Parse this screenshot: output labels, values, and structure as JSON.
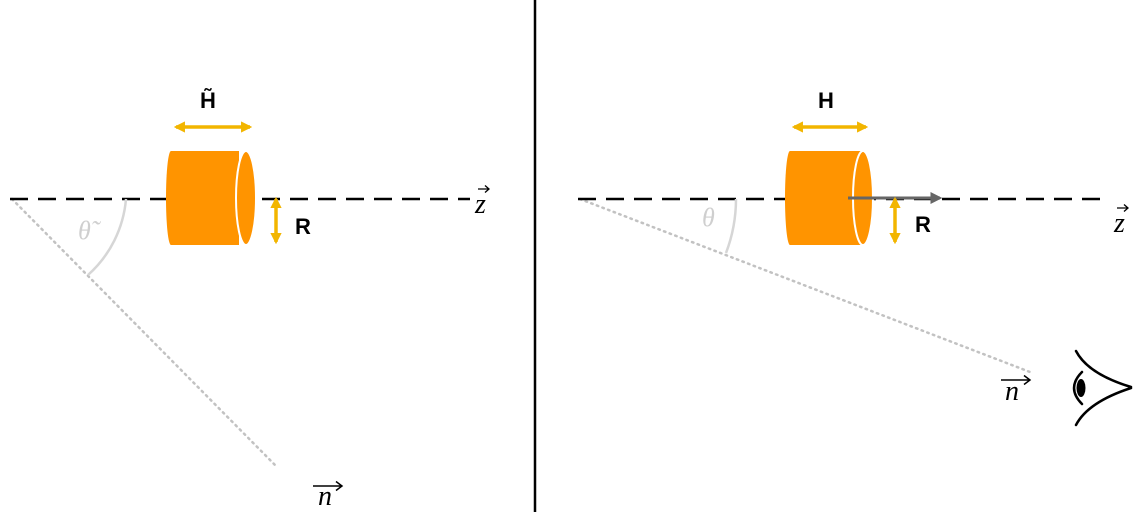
{
  "colors": {
    "cylinder": "#ff9400",
    "dimension_arrow": "#f2b500",
    "axis": "#000000",
    "sight_line": "#c2c2c2",
    "angle_arc": "#d6d6d6",
    "velocity_arrow": "#666666"
  },
  "left_panel": {
    "length_label": "H̃",
    "radius_label": "R",
    "axis_label": "z",
    "angle_label": "θ̃",
    "direction_label": "n"
  },
  "right_panel": {
    "length_label": "H",
    "radius_label": "R",
    "axis_label": "z",
    "angle_label": "θ",
    "direction_label": "n",
    "observer_icon": "eye-icon"
  }
}
